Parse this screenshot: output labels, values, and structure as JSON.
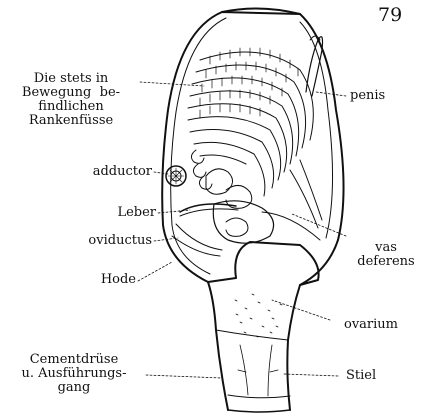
{
  "page_number": "79",
  "labels": {
    "rankenfuesse": "Die stets in\nBewegung befindlichen\nRankenfüsse",
    "rankenfuesse_lines": [
      "Die stets in",
      "Bewegung  be-",
      "findlichen",
      "Rankenfüsse"
    ],
    "adductor": "adductor",
    "leber": "Leber",
    "oviductus": "oviductus",
    "hode": "Hode",
    "cementdruese_lines": [
      "Cementdrüse",
      "u. Ausführungs-",
      "gang"
    ],
    "penis": "penis",
    "vas_deferens_lines": [
      "vas",
      "deferens"
    ],
    "ovarium": "ovarium",
    "stiel": "Stiel"
  },
  "colors": {
    "ink": "#111111",
    "paper": "#ffffff"
  },
  "figure": {
    "subject": "barnacle-anatomy-illustration"
  }
}
